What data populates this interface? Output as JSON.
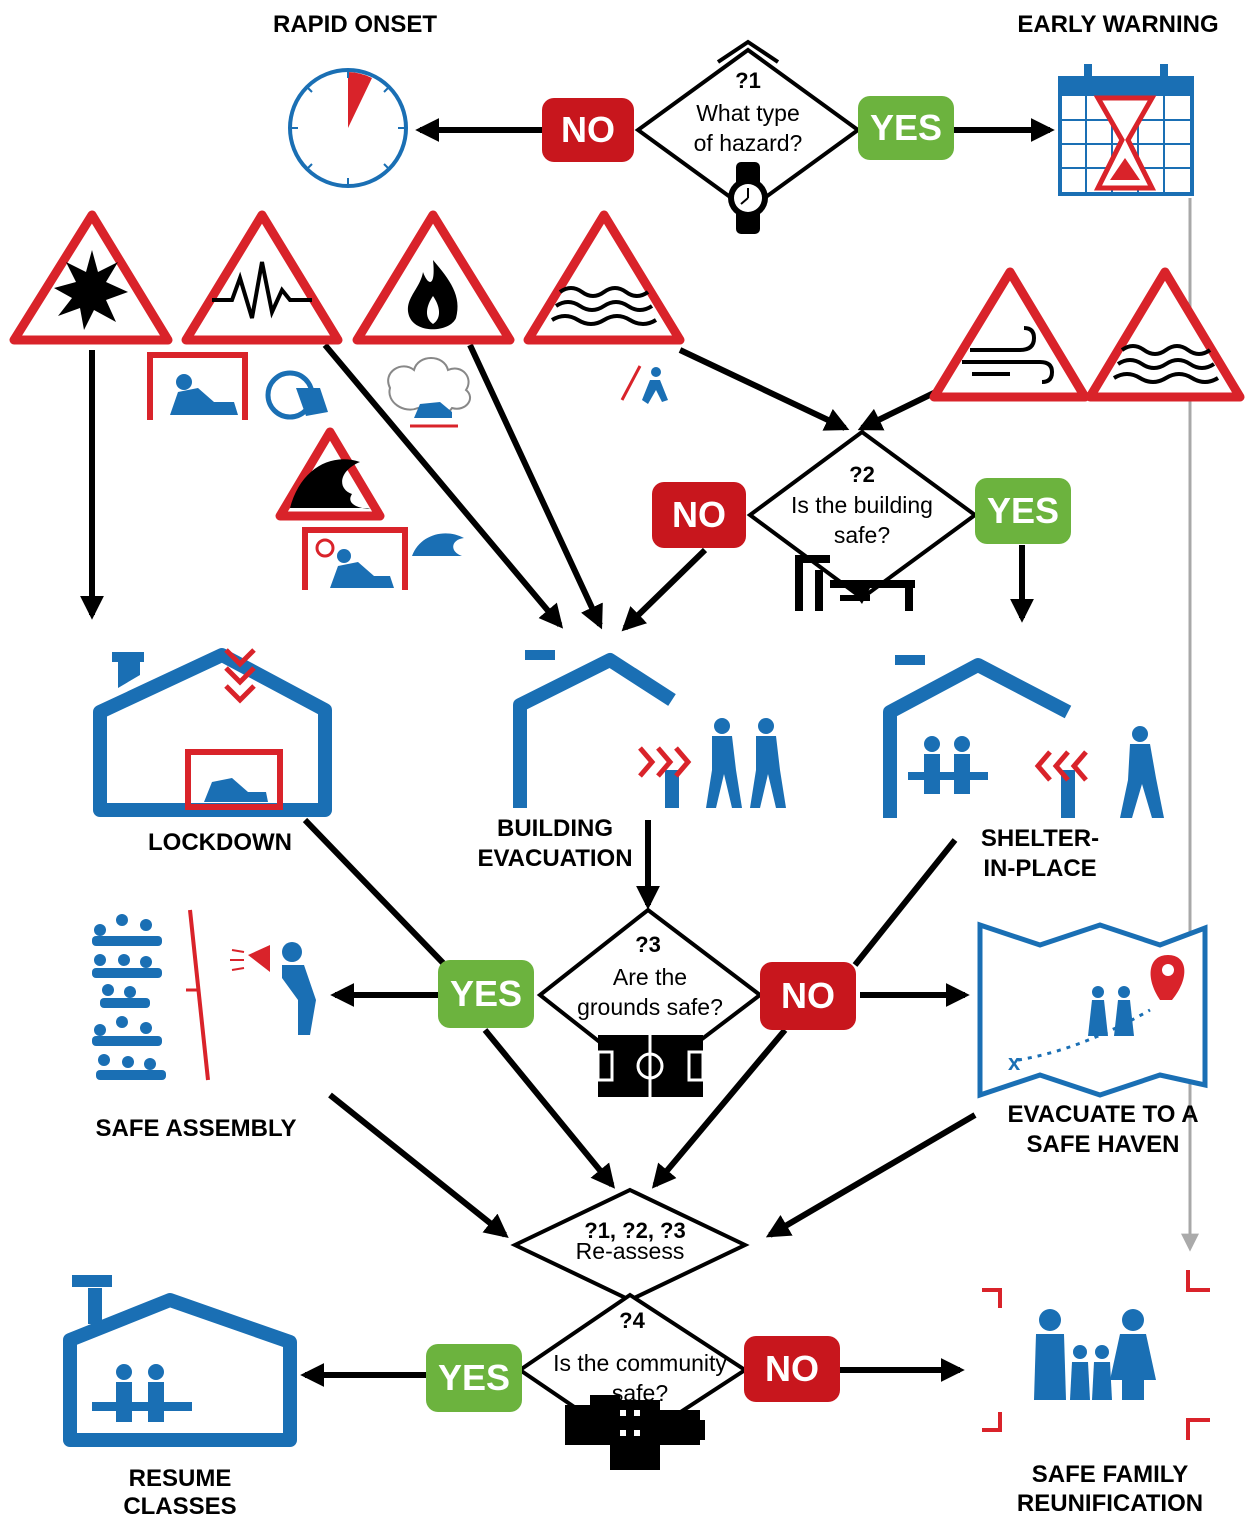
{
  "colors": {
    "red": "#d9232a",
    "blue": "#1a6fb4",
    "green": "#6cb33e",
    "badge_red": "#c8161d",
    "black": "#000000"
  },
  "headers": {
    "rapid_onset": "RAPID ONSET",
    "early_warning": "EARLY WARNING"
  },
  "questions": {
    "q1": {
      "num": "?1",
      "line1": "What type",
      "line2": "of hazard?"
    },
    "q2": {
      "num": "?2",
      "line1": "Is the building",
      "line2": "safe?"
    },
    "q3": {
      "num": "?3",
      "line1": "Are the",
      "line2": "grounds safe?"
    },
    "reassess": {
      "num": "?1, ?2, ?3",
      "line1": "Re-assess"
    },
    "q4": {
      "num": "?4",
      "line1": "Is the community",
      "line2": "safe?"
    }
  },
  "answers": {
    "yes": "YES",
    "no": "NO"
  },
  "outcomes": {
    "lockdown": "LOCKDOWN",
    "building_evacuation": {
      "line1": "BUILDING",
      "line2": "EVACUATION"
    },
    "shelter_in_place": {
      "line1": "SHELTER-",
      "line2": "IN-PLACE"
    },
    "safe_assembly": "SAFE ASSEMBLY",
    "evacuate_safe_haven": {
      "line1": "EVACUATE TO A",
      "line2": "SAFE HAVEN"
    },
    "resume_classes": {
      "line1": "RESUME",
      "line2": "CLASSES"
    },
    "safe_family_reunification": {
      "line1": "SAFE FAMILY",
      "line2": "REUNIFICATION"
    }
  },
  "icons": [
    "stopwatch-icon",
    "calendar-hourglass-icon",
    "wristwatch-icon",
    "explosion-warning-icon",
    "earthquake-warning-icon",
    "fire-warning-icon",
    "flood-warning-icon",
    "wind-warning-icon",
    "tsunami-warning-icon",
    "damaged-building-icon",
    "lockdown-house-icon",
    "evacuation-house-icon",
    "shelter-house-icon",
    "assembly-crowd-icon",
    "map-pin-icon",
    "family-icon",
    "school-field-icon",
    "town-buildings-icon",
    "resume-house-icon"
  ]
}
